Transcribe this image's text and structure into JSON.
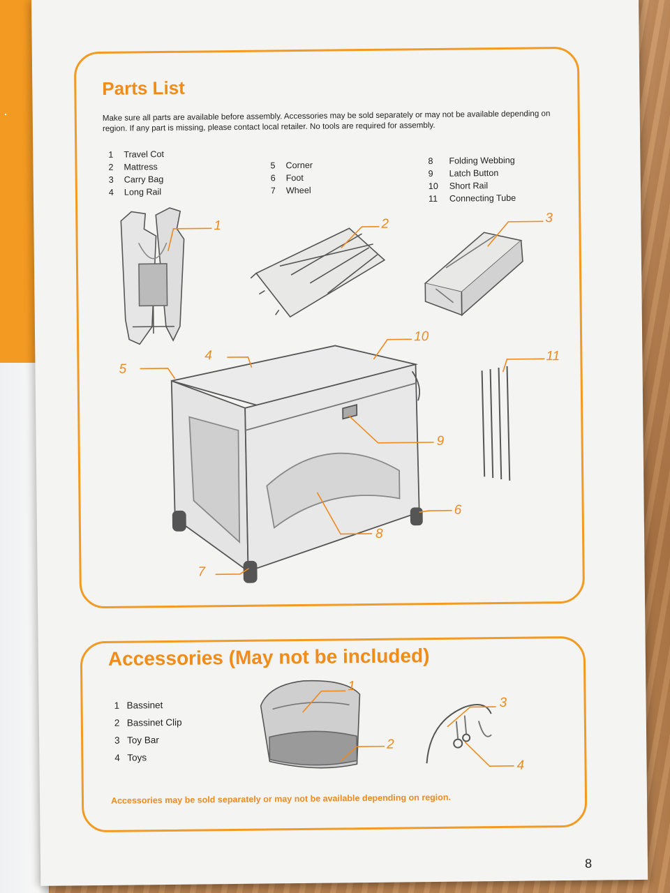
{
  "parts_list": {
    "title": "Parts List",
    "intro": "Make sure all parts are available before assembly. Accessories may be sold separately or may not be available depending on region. If any part is missing, please contact local retailer. No tools are required for assembly.",
    "items": [
      {
        "num": "1",
        "name": "Travel Cot"
      },
      {
        "num": "2",
        "name": "Mattress"
      },
      {
        "num": "3",
        "name": "Carry Bag"
      },
      {
        "num": "4",
        "name": "Long Rail"
      },
      {
        "num": "5",
        "name": "Corner"
      },
      {
        "num": "6",
        "name": "Foot"
      },
      {
        "num": "7",
        "name": "Wheel"
      },
      {
        "num": "8",
        "name": "Folding Webbing"
      },
      {
        "num": "9",
        "name": "Latch Button"
      },
      {
        "num": "10",
        "name": "Short Rail"
      },
      {
        "num": "11",
        "name": "Connecting Tube"
      }
    ]
  },
  "accessories": {
    "title": "Accessories (May not be included)",
    "items": [
      {
        "num": "1",
        "name": "Bassinet"
      },
      {
        "num": "2",
        "name": "Bassinet Clip"
      },
      {
        "num": "3",
        "name": "Toy Bar"
      },
      {
        "num": "4",
        "name": "Toys"
      }
    ],
    "footnote": "Accessories may be sold separately or may not be available depending on region."
  },
  "page_number": "8",
  "colors": {
    "accent": "#f39a22",
    "text": "#222222",
    "paper": "#f4f4f2"
  }
}
